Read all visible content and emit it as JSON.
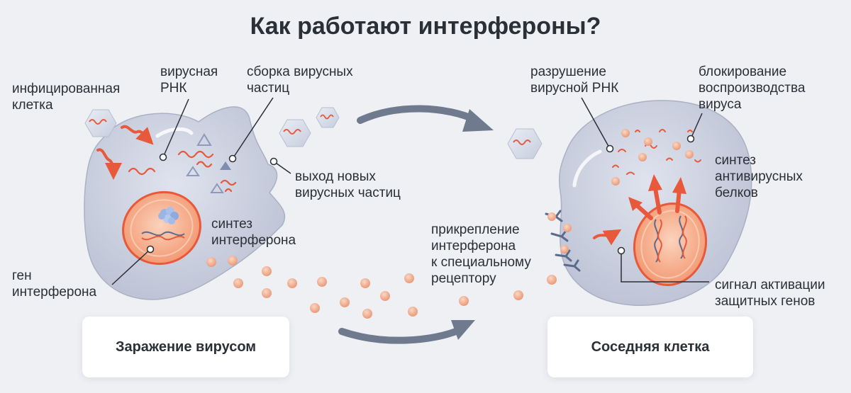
{
  "title": "Как работают интерфероны?",
  "labels": {
    "infected_cell": [
      "инфицированная",
      "клетка"
    ],
    "viral_rna": [
      "вирусная",
      "РНК"
    ],
    "assembly": [
      "сборка вирусных",
      "частиц"
    ],
    "exit": [
      "выход новых",
      "вирусных частиц"
    ],
    "ifn_synthesis": [
      "синтез",
      "интерферона"
    ],
    "ifn_gene": [
      "ген",
      "интерферона"
    ],
    "attachment": [
      "прикрепление",
      "интерферона",
      "к специальному",
      "рецептору"
    ],
    "rna_destruction": [
      "разрушение",
      "вирусной РНК"
    ],
    "blocking": [
      "блокирование",
      "воспроизводства",
      "вируса"
    ],
    "antiviral_synthesis": [
      "синтез",
      "антивирусных",
      "белков"
    ],
    "activation_signal": [
      "сигнал активации",
      "защитных генов"
    ]
  },
  "cards": {
    "left": "Заражение вирусом",
    "right": "Соседняя клетка"
  },
  "colors": {
    "background": "#eef0f4",
    "cell": "#c9cedd",
    "nucleus": "#f4a07e",
    "virus_rna": "#e8583a",
    "interferon": "#f2a98a",
    "arrow": "#6f7a8e",
    "receptor": "#5b6b8c"
  },
  "icons": [
    "virus-hexagon-icon",
    "interferon-dot-icon",
    "receptor-icon",
    "dna-icon",
    "curved-arrow-icon"
  ]
}
